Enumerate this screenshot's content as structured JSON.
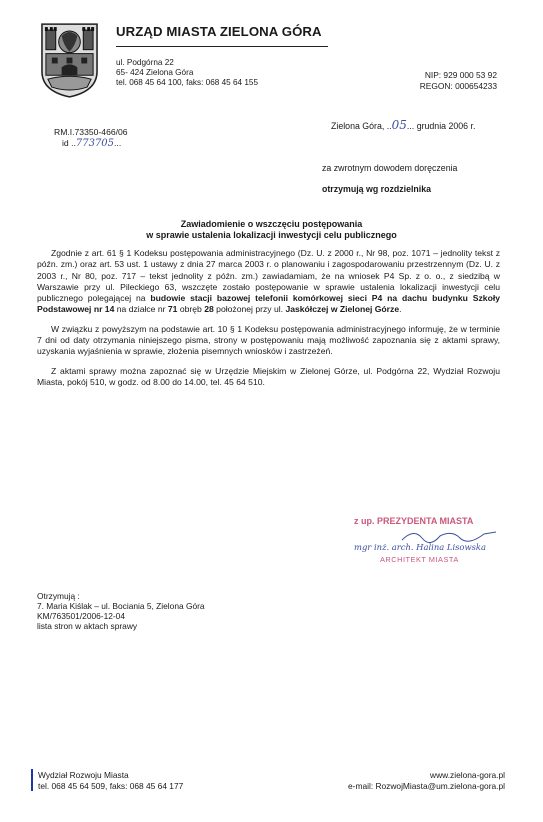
{
  "header": {
    "title": "URZĄD MIASTA ZIELONA GÓRA",
    "street": "ul. Podgórna 22",
    "postal": "65- 424 Zielona Góra",
    "phone": "tel. 068 45 64 100, faks: 068 45 64 155",
    "nip": "NIP: 929 000 53 92",
    "regon": "REGON: 000654233"
  },
  "date": {
    "prefix": "Zielona Góra, ..",
    "day": "05",
    "suffix": "... grudnia 2006 r."
  },
  "reference": {
    "number": "RM.I.73350-466/06",
    "id_prefix": "id ..",
    "id_value": "773705",
    "id_suffix": "..."
  },
  "recipient": {
    "line1": "za zwrotnym dowodem doręczenia",
    "line2": "otrzymują wg rozdzielnika"
  },
  "subject": {
    "line1": "Zawiadomienie o wszczęciu postępowania",
    "line2": "w sprawie ustalenia lokalizacji inwestycji celu publicznego"
  },
  "body": {
    "p1_a": "Zgodnie z art. 61 § 1 Kodeksu postępowania administracyjnego (Dz. U. z 2000 r., Nr 98, poz. 1071 – jednolity tekst z późn. zm.) oraz art. 53 ust. 1 ustawy z dnia 27 marca 2003 r. o planowaniu i zagospodarowaniu przestrzennym (Dz. U. z 2003 r., Nr 80, poz. 717 – tekst jednolity z późn. zm.) zawiadamiam, że na wniosek P4 Sp. z o. o., z siedzibą w Warszawie przy ul. Pileckiego 63, wszczęte zostało postępowanie w sprawie ustalenia lokalizacji inwestycji celu publicznego polegającej na ",
    "p1_b": "budowie stacji bazowej telefonii komórkowej sieci P4 na dachu budynku Szkoły Podstawowej nr 14",
    "p1_c": " na działce nr ",
    "p1_d": "71",
    "p1_e": " obręb ",
    "p1_f": "28",
    "p1_g": " położonej przy ul. ",
    "p1_h": "Jaskółczej w Zielonej Górze",
    "p1_i": ".",
    "p2": "W związku z powyższym na podstawie art. 10 § 1 Kodeksu postępowania administracyjnego informuję, że w terminie 7 dni od daty otrzymania niniejszego pisma, strony w postępowaniu mają możliwość zapoznania się z aktami sprawy, uzyskania wyjaśnienia w sprawie, złożenia pisemnych wniosków i zastrzeżeń.",
    "p3": "Z aktami sprawy można zapoznać się w Urzędzie Miejskim w Zielonej Górze, ul. Podgórna 22, Wydział Rozwoju Miasta, pokój 510, w godz. od 8.00 do 14.00, tel. 45 64 510."
  },
  "stamp": {
    "line1": "z up. PREZYDENTA MIASTA",
    "line2": "mgr inż. arch. Halina Lisowska",
    "line3": "ARCHITEKT MIASTA"
  },
  "recipients": {
    "heading": "Otrzymują :",
    "item1": "7. Maria Kiślak – ul. Bociania 5, Zielona Góra",
    "item2": "KM/763501/2006-12-04",
    "item3": "lista stron w aktach sprawy"
  },
  "footer": {
    "dept": "Wydział Rozwoju Miasta",
    "contact": "tel. 068 45 64 509, faks: 068 45 64 177",
    "web": "www.zielona-gora.pl",
    "email": "e-mail: RozwojMiasta@um.zielona-gora.pl"
  },
  "colors": {
    "ink": "#1a1a1a",
    "handwriting": "#3d4fa0",
    "stamp": "#c9587a",
    "footer_bar": "#2233aa"
  }
}
